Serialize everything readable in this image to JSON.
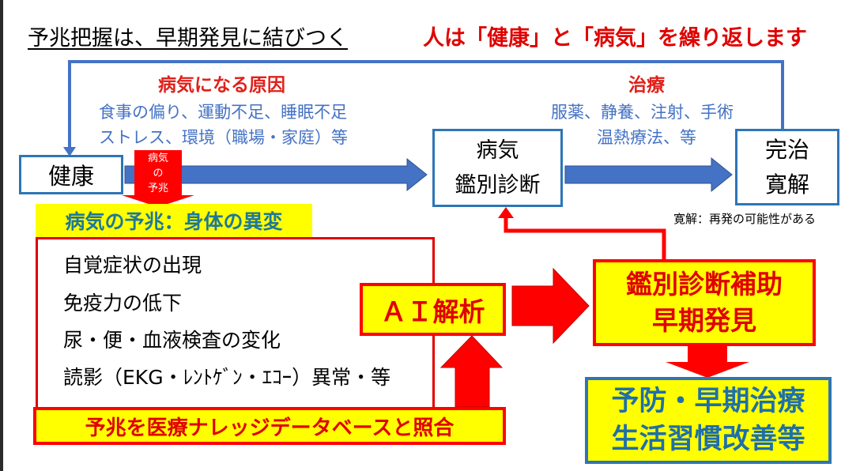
{
  "title": "予兆把握は、早期発見に結びつく",
  "subtitle": "人は「健康」と「病気」を繰り返します",
  "causes": {
    "heading": "病気になる原因",
    "lines": [
      "食事の偏り、運動不足、睡眠不足",
      "ストレス、環境（職場・家庭）等"
    ]
  },
  "treatment": {
    "heading": "治療",
    "lines": [
      "服薬、静養、注射、手術",
      "温熱療法、等"
    ]
  },
  "health_box": "健康",
  "omen_tag": [
    "病気",
    "の",
    "予兆"
  ],
  "disease_box": [
    "病気",
    "鑑別診断"
  ],
  "recovery_box": [
    "完治",
    "寛解"
  ],
  "remission_note": "寛解：再発の可能性がある",
  "omen_label": "病気の予兆：身体の異変",
  "omen_items": [
    "自覚症状の出現",
    "免疫力の低下",
    "尿・便・血液検査の変化",
    "読影（EKG・ﾚﾝﾄｹﾞﾝ・ｴｺｰ）異常・等"
  ],
  "ai_box": "ＡＩ解析",
  "knowledge_bar": "予兆を医療ナレッジデータベースと照合",
  "diagnosis_support": [
    "鑑別診断補助",
    "早期発見"
  ],
  "prevention": [
    "予防・早期治療",
    "生活習慣改善等"
  ],
  "colors": {
    "blue": "#4472c4",
    "red": "#e00000",
    "yellow": "#ffff00",
    "teal": "#1f7899"
  }
}
